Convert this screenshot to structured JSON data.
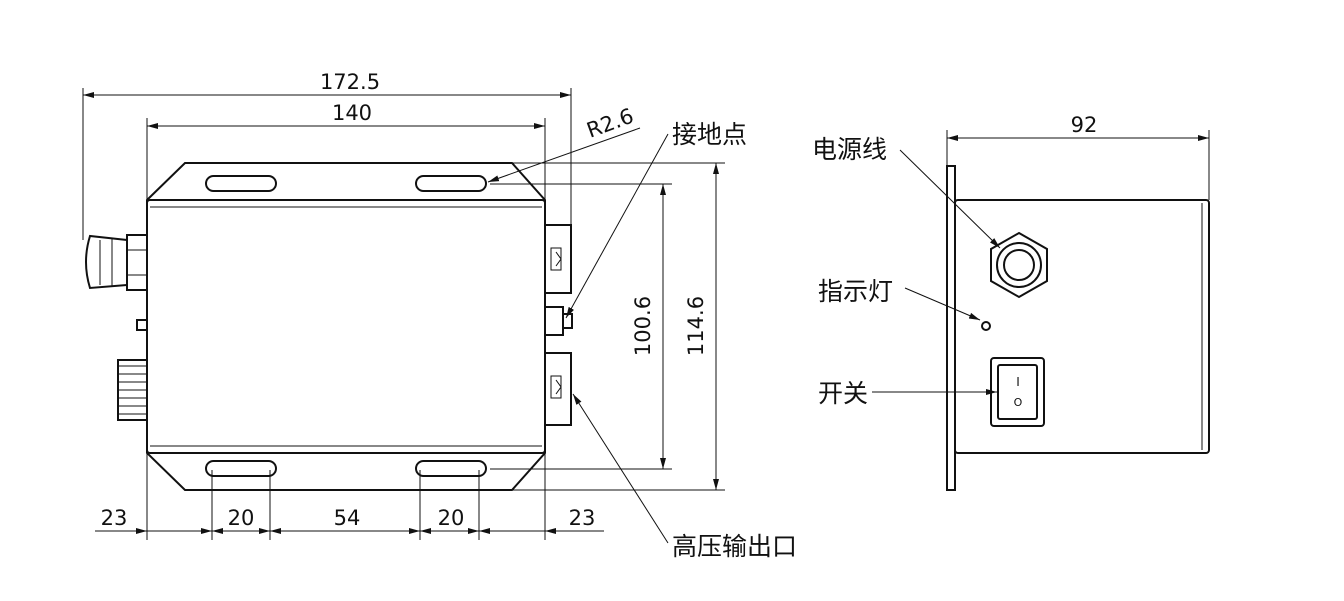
{
  "dimensions": {
    "overall_width": "172.5",
    "body_width": "140",
    "fillet_radius": "R2.6",
    "inner_height": "100.6",
    "outer_height": "114.6",
    "side_width": "92",
    "bottom_left_margin": "23",
    "slot_left_width": "20",
    "slot_spacing": "54",
    "slot_right_width": "20",
    "bottom_right_margin": "23"
  },
  "callouts": {
    "ground_point": "接地点",
    "power_cord": "电源线",
    "indicator_light": "指示灯",
    "switch": "开关",
    "hv_output": "高压输出口"
  },
  "switch_symbols": {
    "on": "I",
    "off": "O"
  }
}
